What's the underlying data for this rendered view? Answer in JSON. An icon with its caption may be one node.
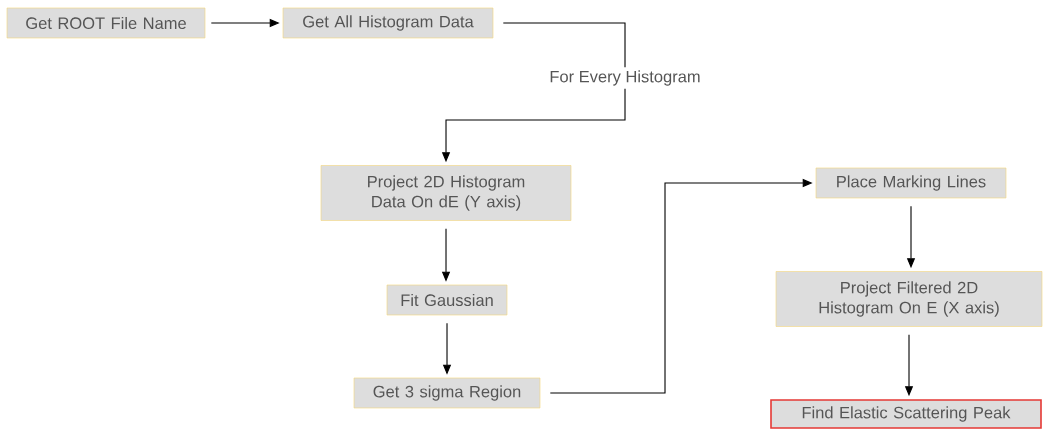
{
  "diagram": {
    "nodes": [
      {
        "text": [
          "Get ROOT File Name"
        ]
      },
      {
        "text": [
          "Get All Histogram Data"
        ]
      },
      {
        "text": [
          "Project 2D Histogram Data On dE (Y axis)"
        ]
      },
      {
        "text": [
          "Fit Gaussian"
        ]
      },
      {
        "text": [
          "Get 3 sigma Region"
        ]
      },
      {
        "text": [
          "Place Marking Lines"
        ]
      },
      {
        "text": [
          "Project Filtered 2D Histogram On E (X axis)"
        ]
      },
      {
        "text": [
          "Find Elastic Scattering Peak"
        ]
      }
    ],
    "edges": [
      {
        "from": 0,
        "to": 1,
        "arrow": "to"
      },
      {
        "from": 1,
        "to": 2,
        "arrow": "to",
        "label": "For Every Histogram"
      },
      {
        "from": 2,
        "to": 3,
        "arrow": "to"
      },
      {
        "from": 3,
        "to": 4,
        "arrow": "to"
      },
      {
        "from": 4,
        "to": 5,
        "arrow": "to"
      },
      {
        "from": 5,
        "to": 6,
        "arrow": "to"
      },
      {
        "from": 6,
        "to": 7,
        "arrow": "to"
      }
    ]
  }
}
